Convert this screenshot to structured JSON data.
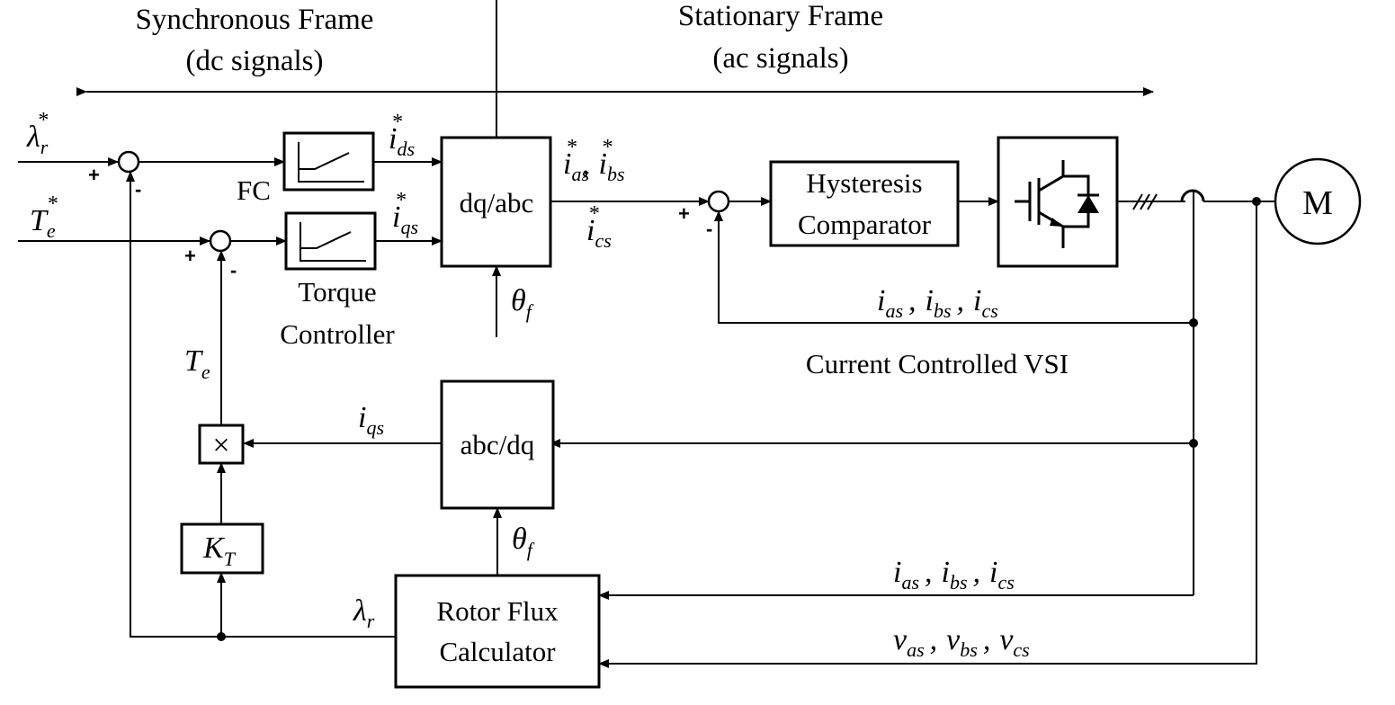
{
  "headers": {
    "sync_line1": "Synchronous Frame",
    "sync_line2": "(dc signals)",
    "stat_line1": "Stationary Frame",
    "stat_line2": "(ac signals)"
  },
  "blocks": {
    "dq_abc": "dq/abc",
    "abc_dq": "abc/dq",
    "hyst_line1": "Hysteresis",
    "hyst_line2": "Comparator",
    "rfc_line1": "Rotor Flux",
    "rfc_line2": "Calculator",
    "motor": "M",
    "multiplier": "×",
    "kt_main": "K",
    "kt_sub": "T"
  },
  "labels": {
    "fc": "FC",
    "torque_line1": "Torque",
    "torque_line2": "Controller",
    "vsi": "Current Controlled VSI"
  },
  "signals": {
    "lambda": "λ",
    "r": "r",
    "star": "*",
    "T": "T",
    "e": "e",
    "i": "i",
    "ds": "ds",
    "qs": "qs",
    "as": "as",
    "bs": "bs",
    "cs": "cs",
    "theta": "θ",
    "f": "f",
    "v": "v",
    "comma": ","
  },
  "signs": {
    "plus": "+",
    "minus": "-"
  }
}
